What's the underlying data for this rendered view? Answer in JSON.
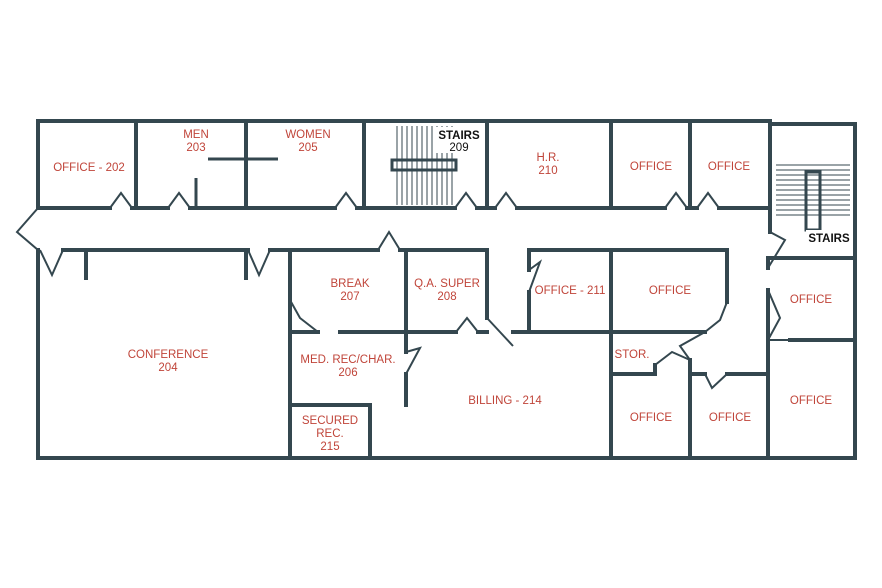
{
  "rooms": {
    "office_202": [
      "OFFICE - 202"
    ],
    "men": [
      "MEN",
      "203"
    ],
    "women": [
      "WOMEN",
      "205"
    ],
    "stairs_top": [
      "STAIRS",
      "209"
    ],
    "hr": [
      "H.R.",
      "210"
    ],
    "office_top_a": [
      "OFFICE"
    ],
    "office_top_b": [
      "OFFICE"
    ],
    "stairs_right": [
      "STAIRS"
    ],
    "conference": [
      "CONFERENCE",
      "204"
    ],
    "break": [
      "BREAK",
      "207"
    ],
    "qa_super": [
      "Q.A. SUPER",
      "208"
    ],
    "office_211": [
      "OFFICE - 211"
    ],
    "office_mid": [
      "OFFICE"
    ],
    "office_right_a": [
      "OFFICE"
    ],
    "med_rec": [
      "MED. REC/CHAR.",
      "206"
    ],
    "stor": [
      "STOR."
    ],
    "secured_rec": [
      "SECURED",
      "REC.",
      "215"
    ],
    "billing": [
      "BILLING - 214"
    ],
    "office_bot_a": [
      "OFFICE"
    ],
    "office_bot_b": [
      "OFFICE"
    ],
    "office_right_b": [
      "OFFICE"
    ]
  },
  "colors": {
    "wall": "#34474f",
    "label": "#c0453a",
    "label_dark": "#111111"
  }
}
